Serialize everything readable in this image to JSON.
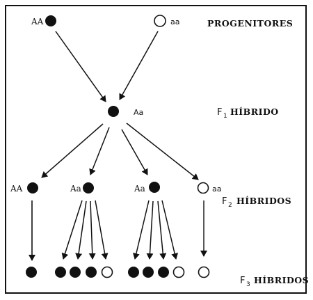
{
  "colors": {
    "ink": "#111111",
    "paper": "#ffffff"
  },
  "labels": {
    "progenitores": "PROGENITORES",
    "f1": {
      "prefix": "F",
      "sub": "1",
      "text": "HÍBRIDO"
    },
    "f2": {
      "prefix": "F",
      "sub": "2",
      "text": "HÍBRIDOS"
    },
    "f3": {
      "prefix": "F",
      "sub": "3",
      "text": "HÍBRIDOS"
    }
  },
  "parents": [
    {
      "genotype": "AA",
      "fill": "dark"
    },
    {
      "genotype": "aa",
      "fill": "light"
    }
  ],
  "f1_individual": {
    "genotype": "Aa",
    "fill": "dark"
  },
  "f2_individuals": [
    {
      "genotype": "AA",
      "fill": "dark"
    },
    {
      "genotype": "Aa",
      "fill": "dark"
    },
    {
      "genotype": "Aa",
      "fill": "dark"
    },
    {
      "genotype": "aa",
      "fill": "light"
    }
  ],
  "f3_groups": [
    [
      "dark"
    ],
    [
      "dark",
      "dark",
      "dark",
      "light"
    ],
    [
      "dark",
      "dark",
      "dark",
      "light"
    ],
    [
      "light"
    ]
  ]
}
